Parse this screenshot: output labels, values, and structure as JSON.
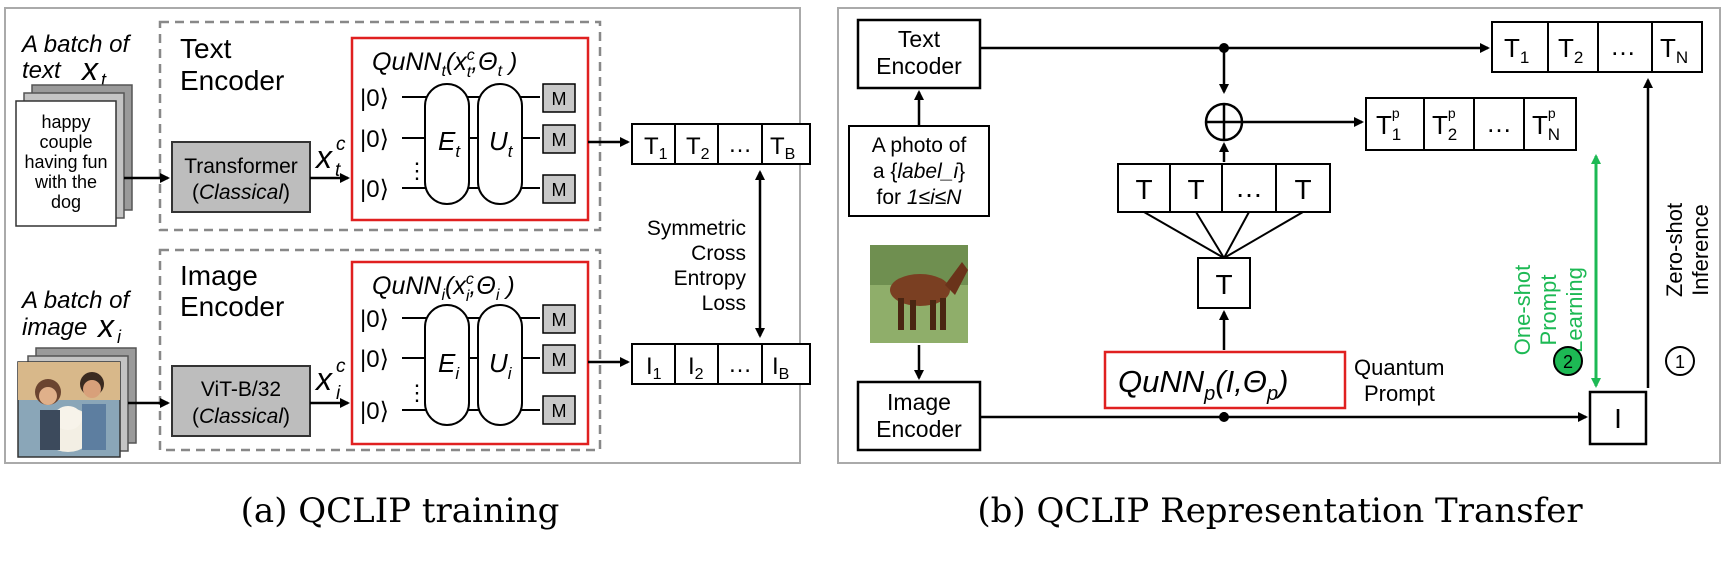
{
  "panel_a": {
    "caption": "(a) QCLIP training",
    "text_batch_label_1": "A batch of",
    "text_batch_label_2": "text",
    "text_var": "x",
    "text_var_sub": "t",
    "text_sample_lines": [
      "happy",
      "couple",
      "having fun",
      "with the",
      "dog"
    ],
    "image_batch_label_1": "A batch of",
    "image_batch_label_2": "image",
    "image_var": "x",
    "image_var_sub": "i",
    "text_encoder_title_1": "Text",
    "text_encoder_title_2": "Encoder",
    "image_encoder_title_1": "Image",
    "image_encoder_title_2": "Encoder",
    "transformer_label": "Transformer",
    "vit_label": "ViT-B/32",
    "classical_label": "Classical",
    "xtc_main": "x",
    "xtc_sup": "c",
    "xtc_sub": "t",
    "xic_main": "x",
    "xic_sup": "c",
    "xic_sub": "i",
    "qunn_t_title": "QuNN",
    "qunn_t_sub": "t",
    "qunn_t_args": "(x",
    "qunn_t_args_sup": "c",
    "qunn_t_args_sub": "t",
    "qunn_t_theta": ",Θ",
    "qunn_t_theta_sub": "t",
    "qunn_t_close": " )",
    "qunn_i_title": "QuNN",
    "qunn_i_sub": "i",
    "qunn_i_args": "(x",
    "qunn_i_args_sup": "c",
    "qunn_i_args_sub": "i",
    "qunn_i_theta": ",Θ",
    "qunn_i_theta_sub": "i",
    "qunn_i_close": " )",
    "ket_zero": "|0⟩",
    "vdots": "⋮",
    "gate_e": "E",
    "gate_u": "U",
    "measure": "M",
    "text_tokens": [
      {
        "main": "T",
        "sub": "1"
      },
      {
        "main": "T",
        "sub": "2"
      },
      {
        "main": "…",
        "sub": ""
      },
      {
        "main": "T",
        "sub": "B"
      }
    ],
    "image_tokens": [
      {
        "main": "I",
        "sub": "1"
      },
      {
        "main": "I",
        "sub": "2"
      },
      {
        "main": "…",
        "sub": ""
      },
      {
        "main": "I",
        "sub": "B"
      }
    ],
    "loss_lines": [
      "Symmetric",
      "Cross",
      "Entropy",
      "Loss"
    ]
  },
  "panel_b": {
    "caption": "(b) QCLIP Representation Transfer",
    "text_encoder_1": "Text",
    "text_encoder_2": "Encoder",
    "image_encoder_1": "Image",
    "image_encoder_2": "Encoder",
    "prompt_line_1": "A photo of",
    "prompt_line_2a": "a {",
    "prompt_line_2b": "label_i",
    "prompt_line_2c": "}",
    "prompt_line_3a": "for ",
    "prompt_line_3b": "1≤i≤N",
    "t_tokens": [
      "T",
      "T",
      "…",
      "T"
    ],
    "t_single": "T",
    "plus": "+",
    "qunn_p": "QuNN",
    "qunn_p_sub": "p",
    "qunn_p_args": "(I,Θ",
    "qunn_p_args_sub": "p",
    "qunn_p_close": ")",
    "quantum_prompt_1": "Quantum",
    "quantum_prompt_2": "Prompt",
    "top_tokens": [
      {
        "main": "T",
        "sub": "1"
      },
      {
        "main": "T",
        "sub": "2"
      },
      {
        "main": "…",
        "sub": ""
      },
      {
        "main": "T",
        "sub": "N"
      }
    ],
    "prompt_tokens": [
      {
        "main": "T",
        "sub": "1",
        "sup": "p"
      },
      {
        "main": "T",
        "sub": "2",
        "sup": "p"
      },
      {
        "main": "…",
        "sub": "",
        "sup": ""
      },
      {
        "main": "T",
        "sub": "N",
        "sup": "p"
      }
    ],
    "image_token": "I",
    "one_shot_1": "One-shot",
    "one_shot_2": "Prompt",
    "one_shot_3": "Learning",
    "one_shot_num": "2",
    "zero_shot_1": "Zero-shot",
    "zero_shot_2": "Inference",
    "zero_shot_num": "1"
  },
  "colors": {
    "quantum_border": "#e02020",
    "classical_fill": "#bdbdbd",
    "learning_green": "#1db954",
    "dashed": "#888888"
  },
  "icons": [
    "text-stack-icon",
    "photo-stack-icon",
    "horse-photo-icon"
  ]
}
